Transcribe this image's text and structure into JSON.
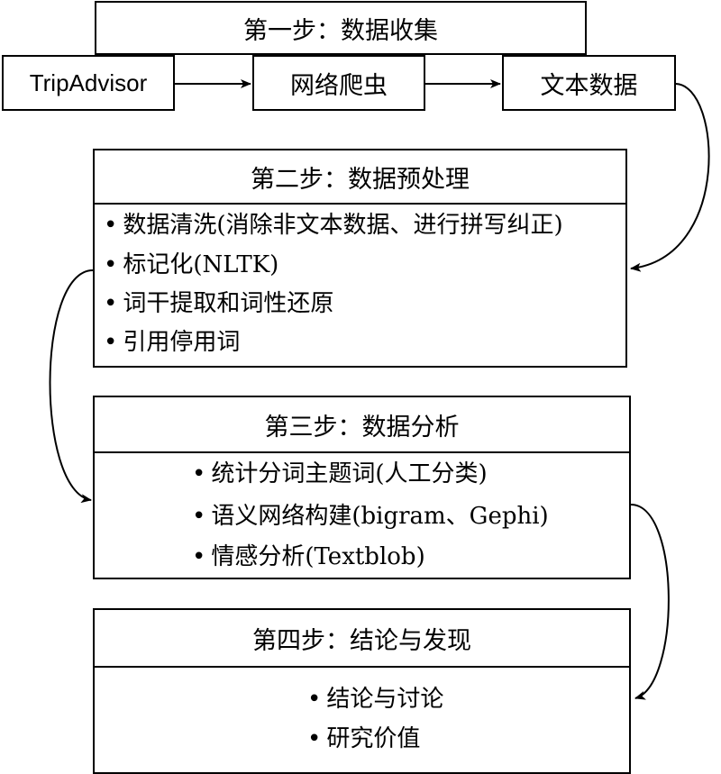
{
  "step1": {
    "title": "第一步：数据收集",
    "source": "TripAdvisor",
    "crawler": "网络爬虫",
    "text_data": "文本数据"
  },
  "step2": {
    "title": "第二步：数据预处理",
    "items": [
      "数据清洗(消除非文本数据、进行拼写纠正)",
      "标记化(NLTK)",
      "词干提取和词性还原",
      "引用停用词"
    ]
  },
  "step3": {
    "title": "第三步：数据分析",
    "items": [
      "统计分词主题词(人工分类)",
      "语义网络构建(bigram、Gephi)",
      "情感分析(Textblob)"
    ]
  },
  "step4": {
    "title": "第四步：结论与发现",
    "items": [
      "结论与讨论",
      "研究价值"
    ]
  }
}
